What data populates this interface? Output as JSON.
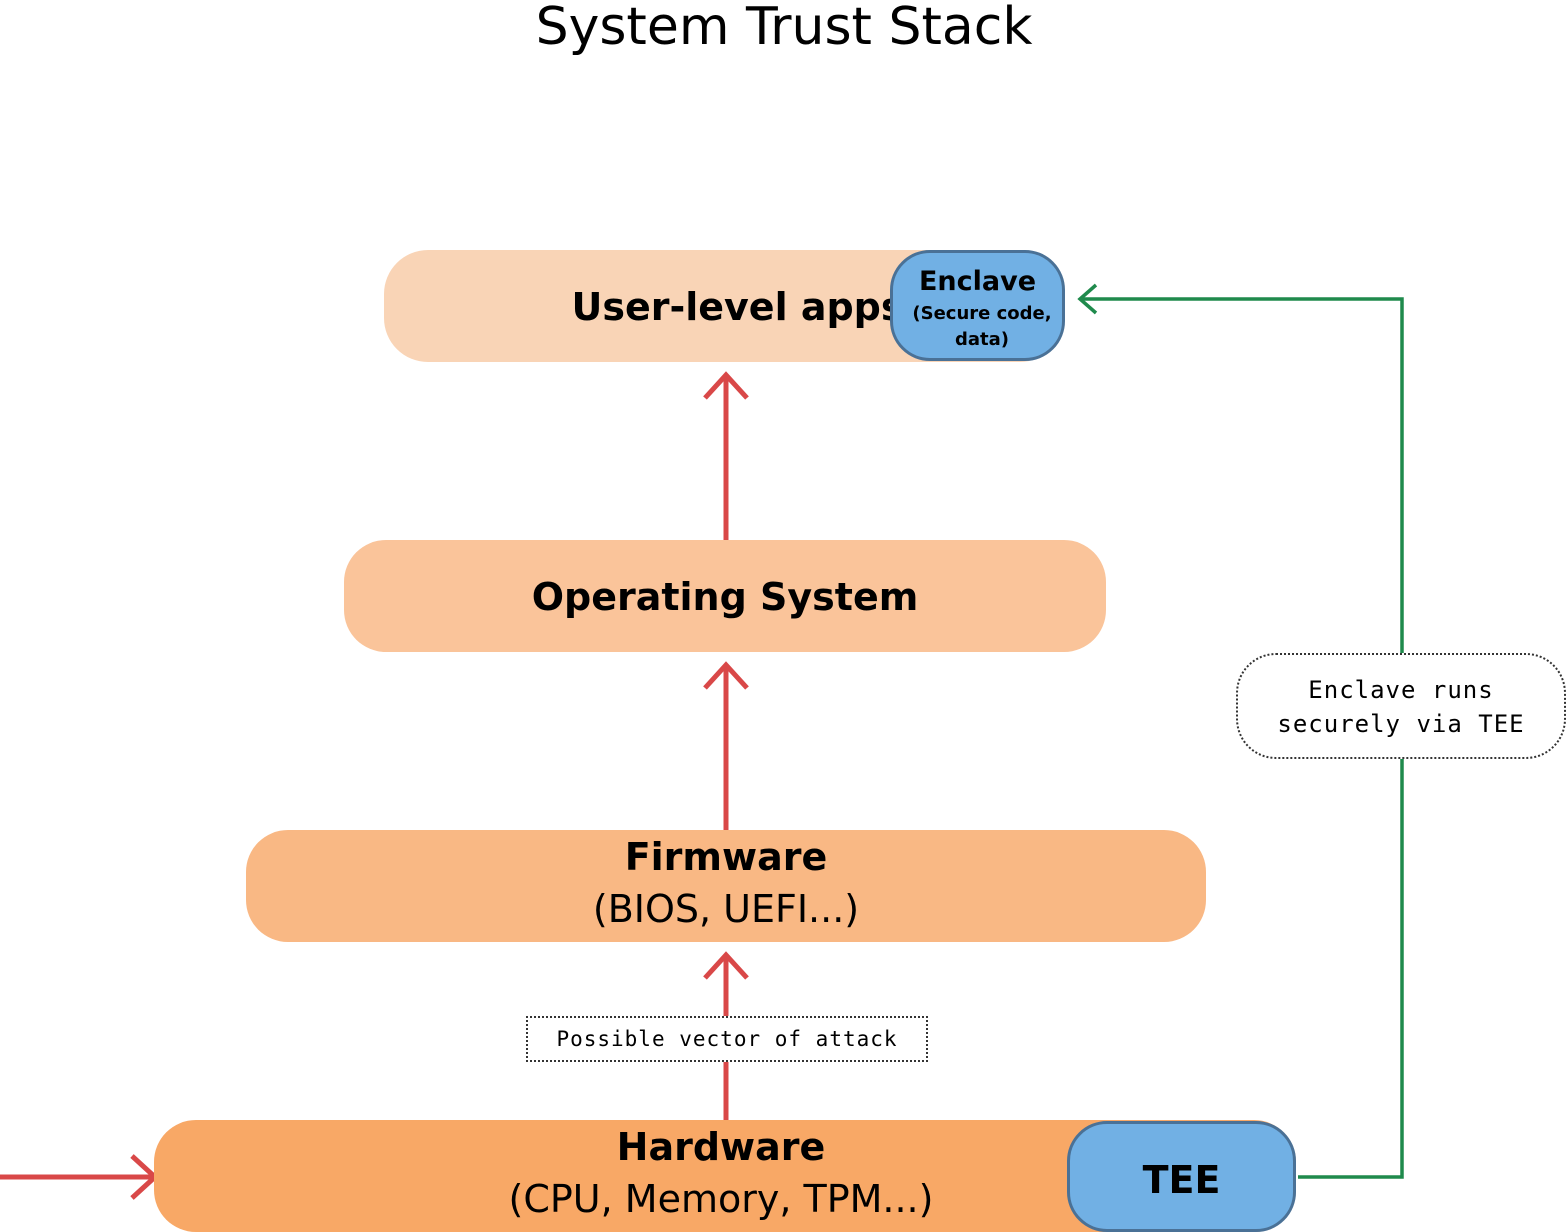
{
  "title": "System Trust Stack",
  "layers": {
    "user_apps": {
      "label": "User-level apps"
    },
    "operating_system": {
      "label": "Operating System"
    },
    "firmware": {
      "label": "Firmware",
      "detail": "(BIOS, UEFI...)"
    },
    "hardware": {
      "label": "Hardware",
      "detail": "(CPU, Memory, TPM...)"
    }
  },
  "enclave": {
    "label": "Enclave",
    "detail_line1": "(Secure code,",
    "detail_line2": "data)"
  },
  "tee": {
    "label": "TEE"
  },
  "notes": {
    "attack_vector": "Possible vector of attack",
    "enclave_runs_line1": "Enclave runs",
    "enclave_runs_line2": "securely via TEE"
  },
  "colors": {
    "user_apps_fill": "#f9d4b6",
    "os_fill": "#fac49a",
    "firmware_fill": "#f9b884",
    "hardware_fill": "#f8a866",
    "secure_fill": "#71b0e4",
    "secure_stroke": "#4a7196",
    "attack_arrow": "#d94848",
    "tee_arrow": "#1f8a4c"
  }
}
